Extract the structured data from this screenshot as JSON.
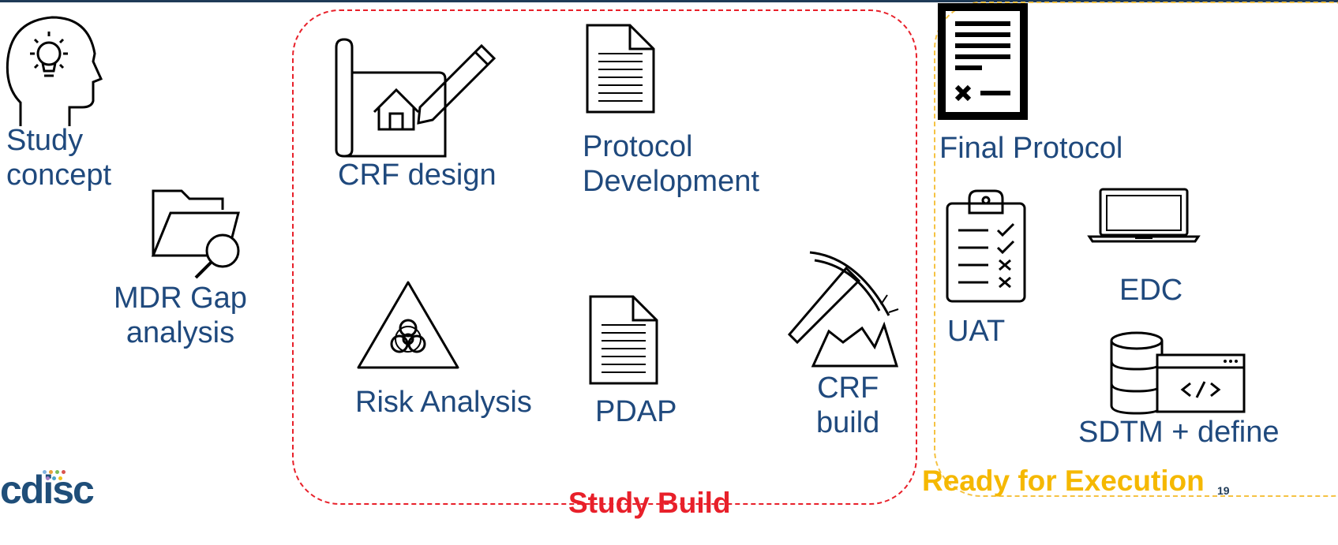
{
  "labels": {
    "study_concept": "Study\nconcept",
    "mdr_gap": "MDR Gap\nanalysis",
    "crf_design": "CRF design",
    "protocol_development": "Protocol\nDevelopment",
    "risk_analysis": "Risk Analysis",
    "pdap": "PDAP",
    "crf_build": "CRF\nbuild",
    "final_protocol": "Final Protocol",
    "uat": "UAT",
    "edc": "EDC",
    "sdtm_define": "SDTM + define"
  },
  "sections": {
    "study_build": "Study Build",
    "ready_for_execution": "Ready for  Execution"
  },
  "page_number": "19",
  "logo_text": "cdisc",
  "colors": {
    "label_text": "#1f497d",
    "study_build_border": "#e8202a",
    "ready_border": "#f5c242",
    "ready_text": "#f5b800",
    "study_build_text": "#e8202a"
  }
}
